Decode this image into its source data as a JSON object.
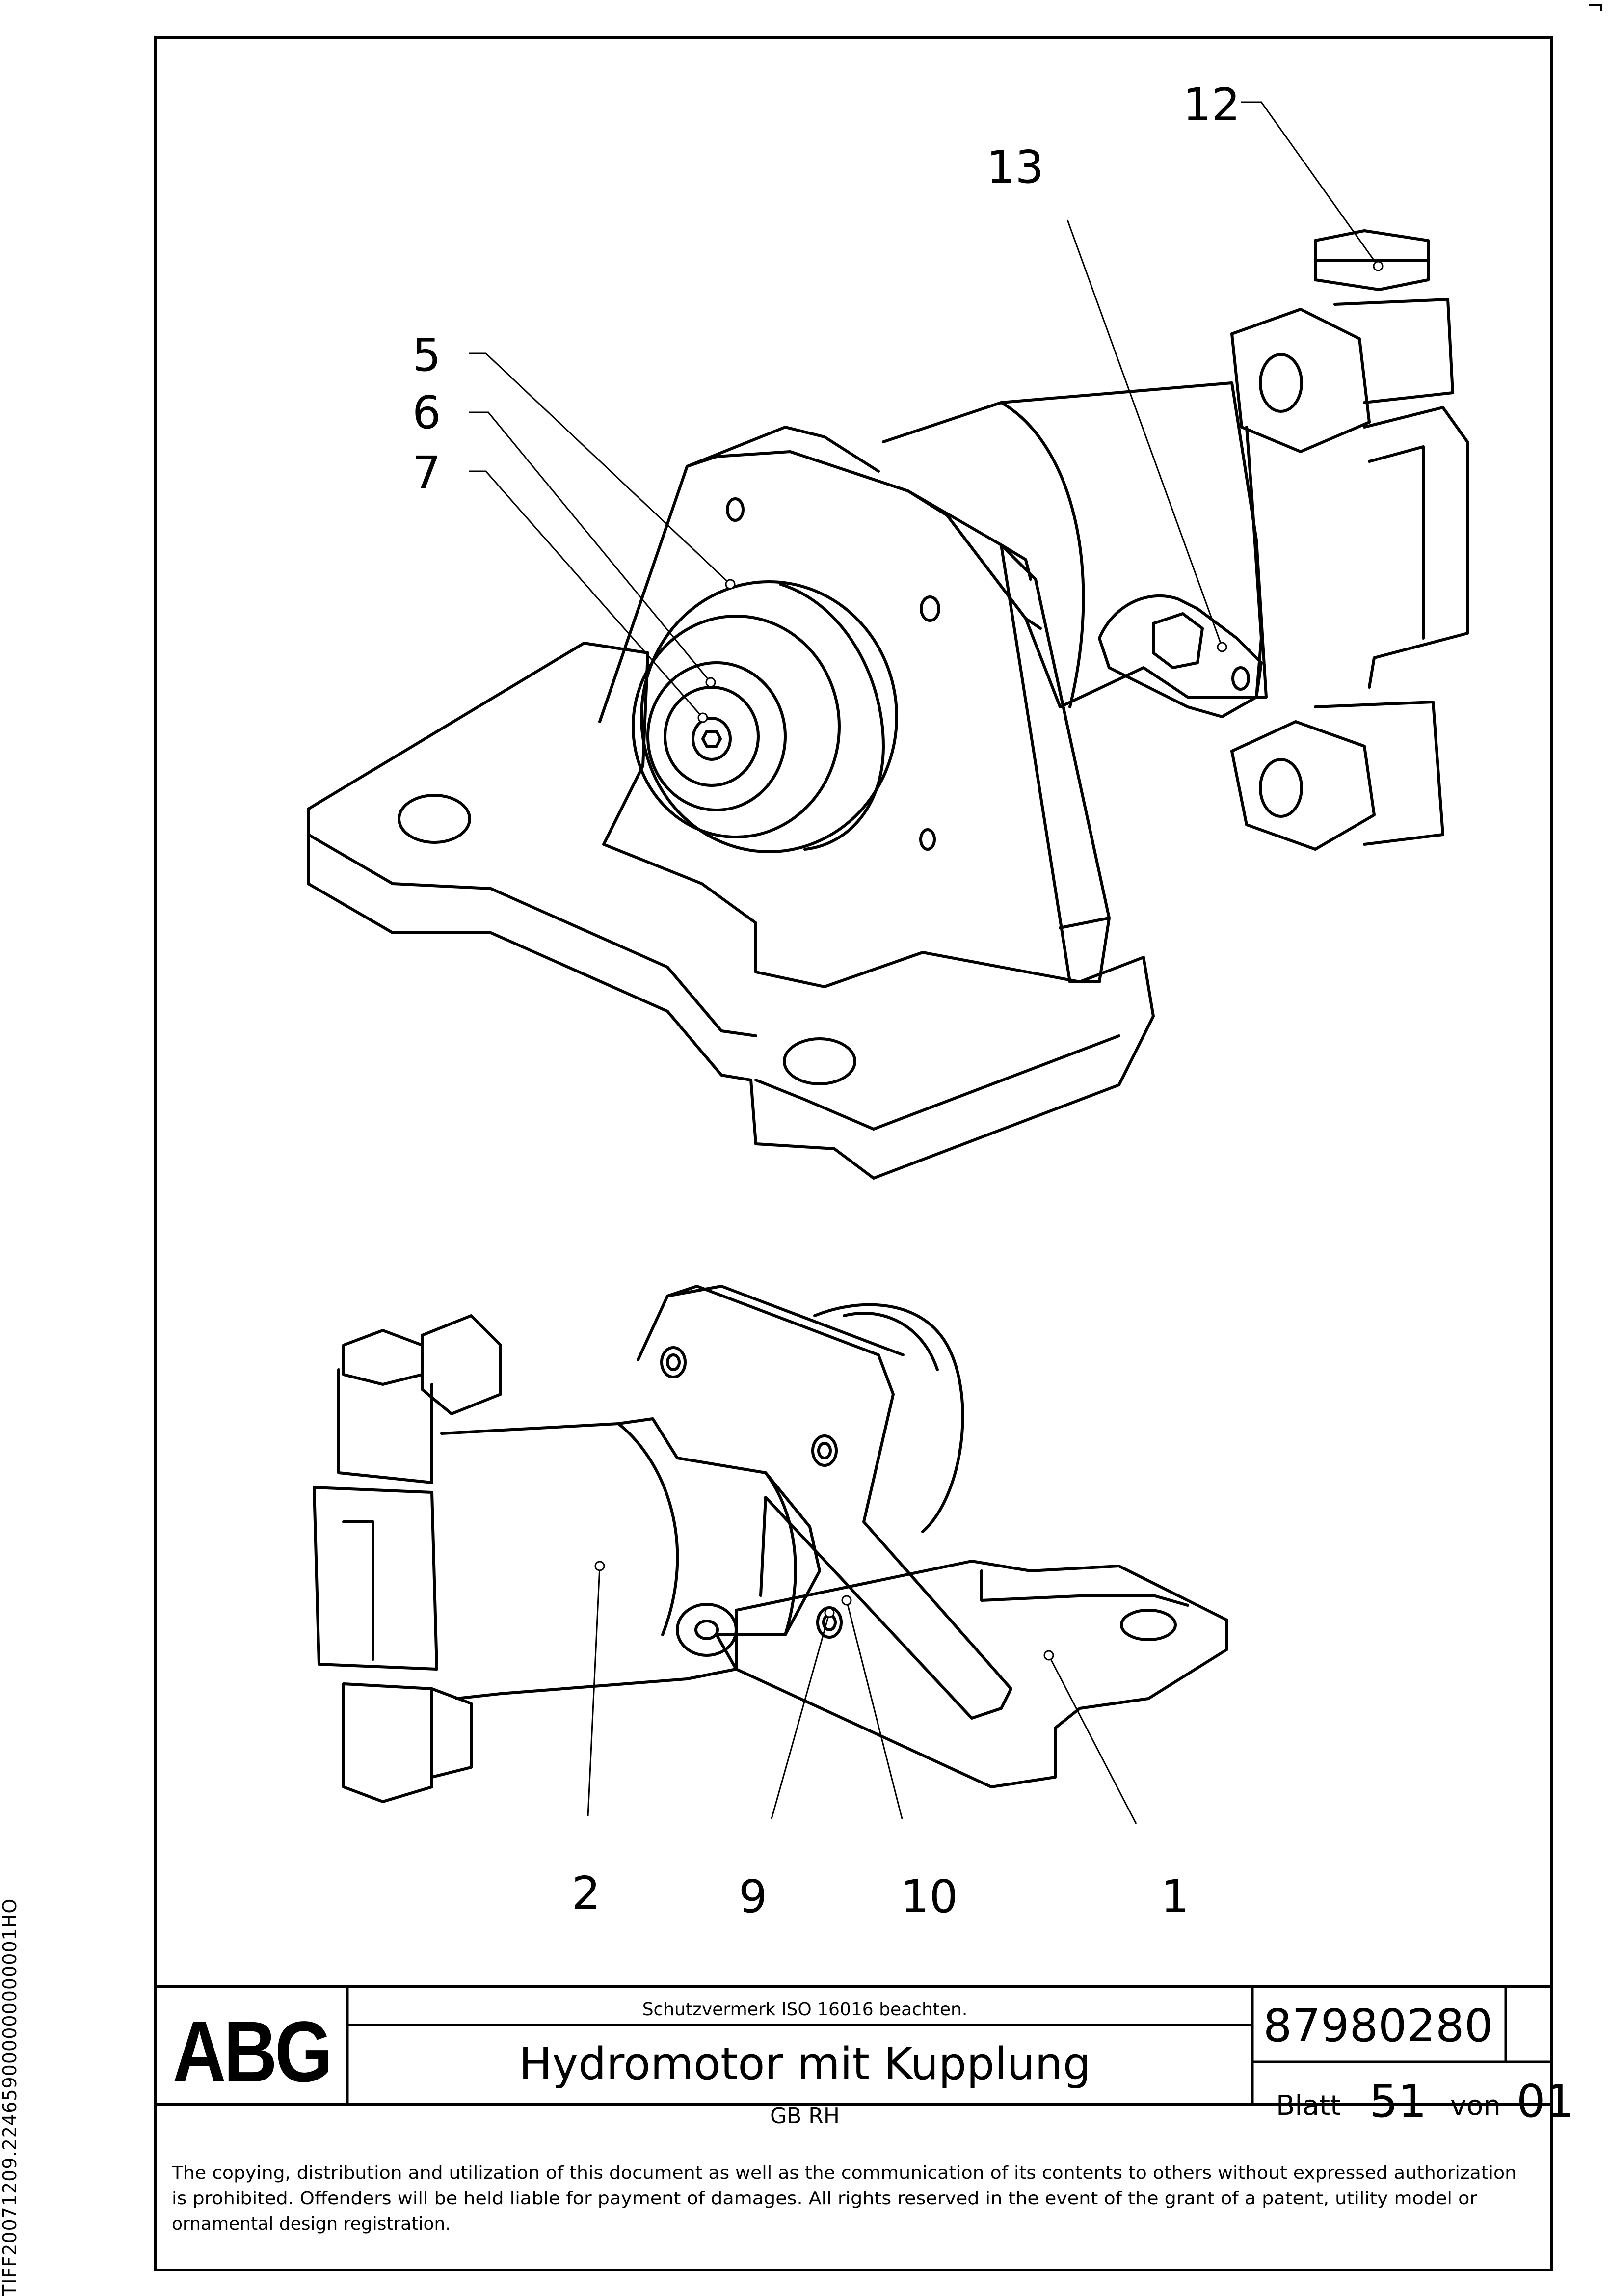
{
  "drawing": {
    "part_labels": {
      "p1": "1",
      "p2": "2",
      "p5": "5",
      "p6": "6",
      "p7": "7",
      "p9": "9",
      "p10": "10",
      "p12": "12",
      "p13": "13"
    }
  },
  "title_block": {
    "logo": "ABG",
    "notice": "Schutzvermerk ISO 16016 beachten.",
    "title": "Hydromotor mit Kupplung",
    "subtitle": "GB RH",
    "doc_number": "87980280",
    "sheet_label": "Blatt",
    "sheet_number": "51",
    "of_label": "von",
    "sheet_total": "01"
  },
  "copyright": {
    "line1": "The copying, distribution and utilization of this document as well as the communication of its contents to others without expressed authorization",
    "line2": "is prohibited. Offenders will be held liable for payment of damages. All rights reserved in the event of the grant of a patent, utility model or",
    "line3": "ornamental design registration."
  },
  "side_code": "TIFF20071209.224659000000000001HO"
}
